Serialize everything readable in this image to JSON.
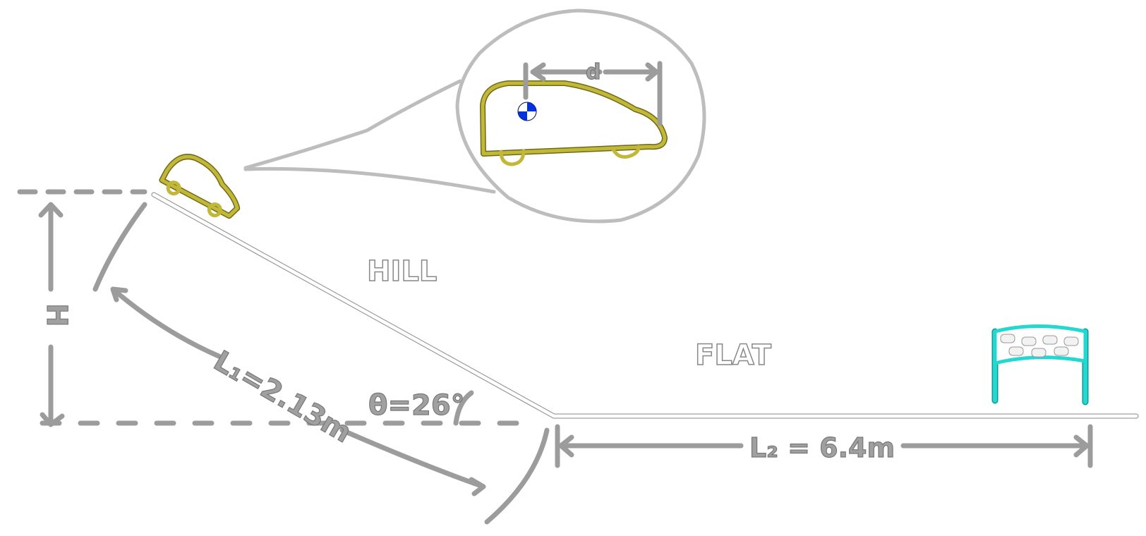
{
  "diagram": {
    "labels": {
      "hill": "HILL",
      "flat": "FLAT",
      "height": "H",
      "hill_length": "L₁=2.13m",
      "angle": "θ=26°",
      "flat_length": "L₂ = 6.4m",
      "cg_offset": "d"
    },
    "colors": {
      "annotation": "#a0a0a0",
      "car": "#c2b838",
      "finish_flag": "#22d8d0",
      "cg_marker": "#0033dd"
    },
    "icons": [
      "car-icon",
      "center-of-gravity-icon",
      "finish-flag-icon"
    ]
  }
}
